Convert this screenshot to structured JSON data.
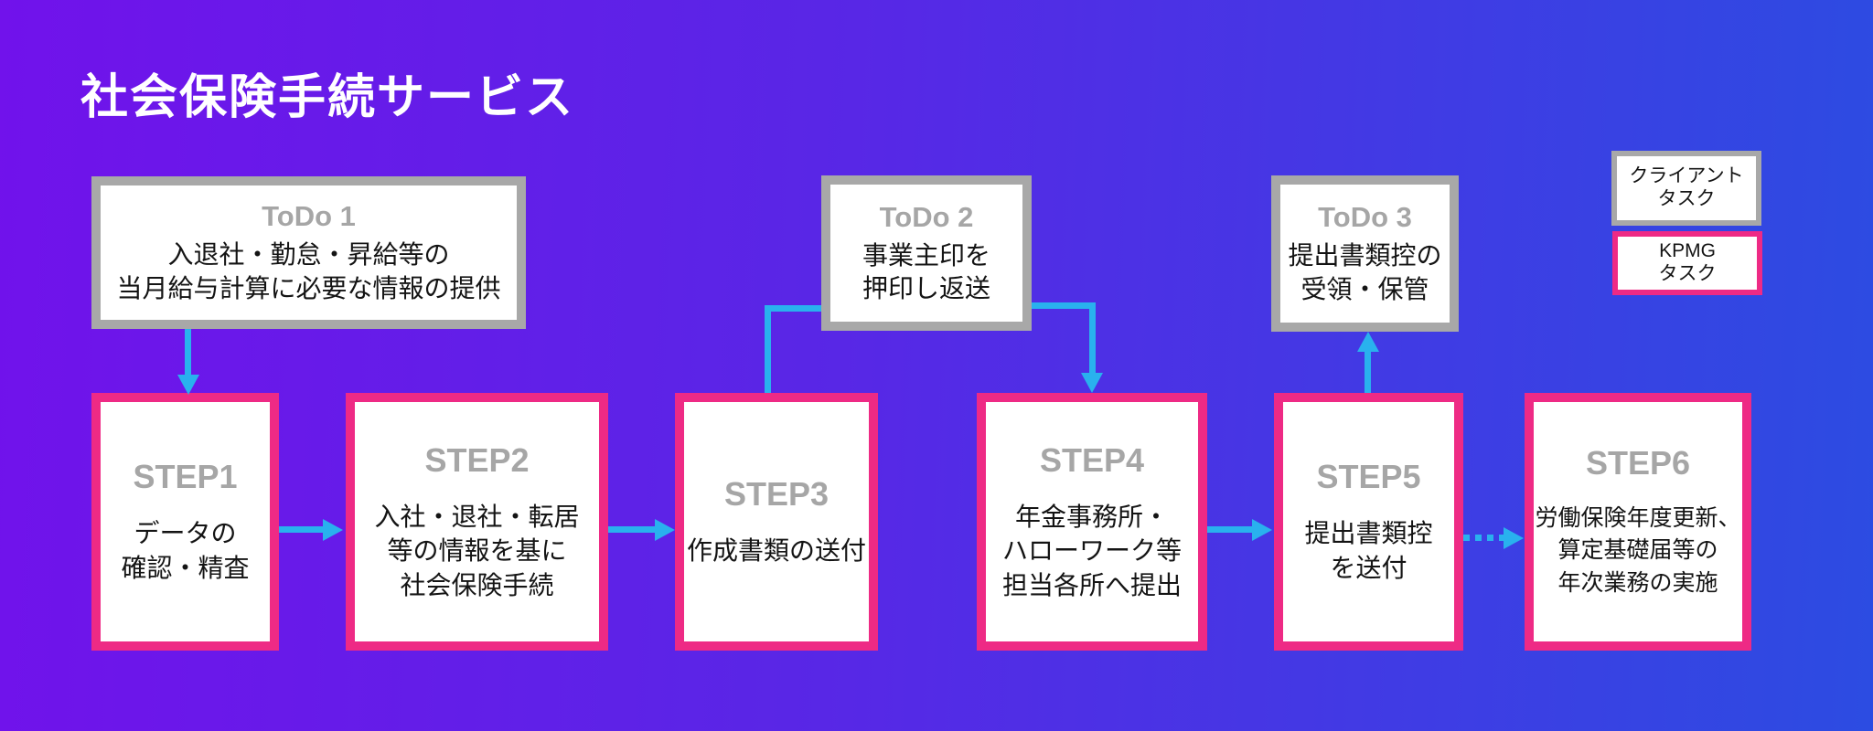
{
  "title": "社会保険手続サービス",
  "colors": {
    "background_from": "#7112eb",
    "background_to": "#2c4ce2",
    "client_border_gray": "#a8a8a8",
    "kpmg_pink": "#ee2a85",
    "arrow_cyan": "#29b1ee",
    "label_gray": "#a6a6a6"
  },
  "legend": {
    "client": {
      "lines": [
        "クライアント",
        "タスク"
      ]
    },
    "kpmg": {
      "lines": [
        "KPMG",
        "タスク"
      ]
    }
  },
  "todos": [
    {
      "title": "ToDo 1",
      "lines": [
        "入退社・勤怠・昇給等の",
        "当月給与計算に必要な情報の提供"
      ]
    },
    {
      "title": "ToDo 2",
      "lines": [
        "事業主印を",
        "押印し返送"
      ]
    },
    {
      "title": "ToDo 3",
      "lines": [
        "提出書類控の",
        "受領・保管"
      ]
    }
  ],
  "steps": [
    {
      "title": "STEP1",
      "lines": [
        "データの",
        "確認・精査"
      ]
    },
    {
      "title": "STEP2",
      "lines": [
        "入社・退社・転居",
        "等の情報を基に",
        "社会保険手続"
      ]
    },
    {
      "title": "STEP3",
      "lines": [
        "作成書類の送付"
      ]
    },
    {
      "title": "STEP4",
      "lines": [
        "年金事務所・",
        "ハローワーク等",
        "担当各所へ提出"
      ]
    },
    {
      "title": "STEP5",
      "lines": [
        "提出書類控",
        "を送付"
      ]
    },
    {
      "title": "STEP6",
      "lines": [
        "労働保険年度更新、",
        "算定基礎届等の",
        "年次業務の実施"
      ]
    }
  ]
}
